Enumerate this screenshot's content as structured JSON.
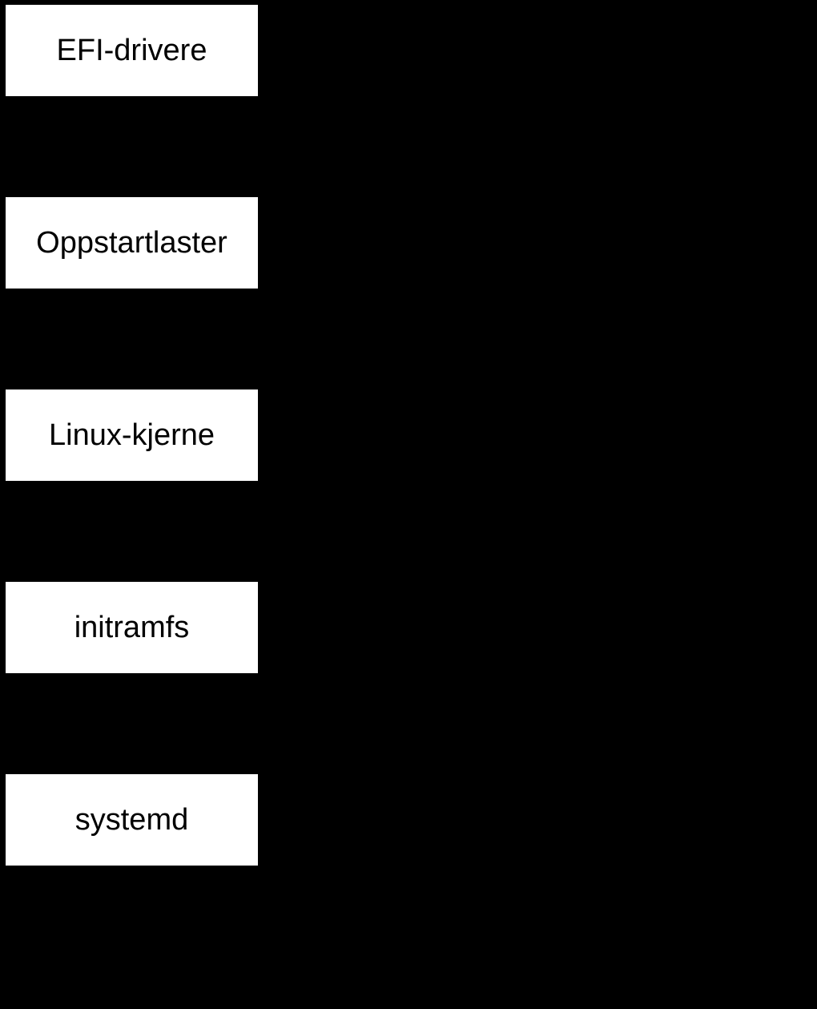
{
  "diagram": {
    "type": "flowchart",
    "orientation": "vertical",
    "background_color": "#000000",
    "node_fill_color": "#ffffff",
    "node_text_color": "#000000",
    "nodes": [
      {
        "label": "EFI-drivere"
      },
      {
        "label": "Oppstartlaster"
      },
      {
        "label": "Linux-kjerne"
      },
      {
        "label": "initramfs"
      },
      {
        "label": "systemd"
      }
    ]
  }
}
